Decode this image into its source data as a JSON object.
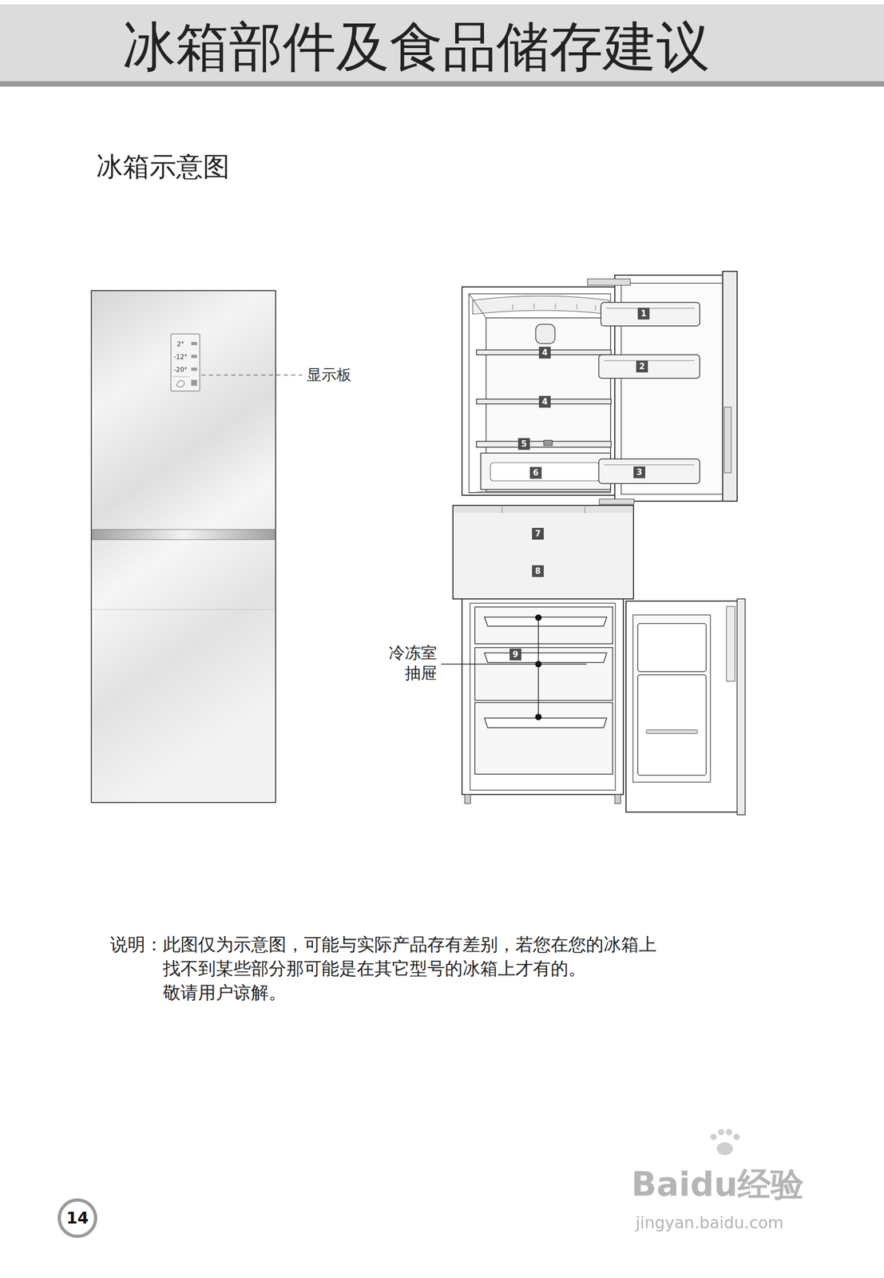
{
  "diagram": {
    "title": "冰箱部件及食品储存建议",
    "caption": "说明：此图仅为示意图，可能与实际产品存有差别，若您在您的冰箱上 找不到某些部分那可能是在其它型号的冰箱上才有的。 敬请用户谅解。",
    "nodes": [
      {
        "text": [
          "1"
        ]
      },
      {
        "text": [
          "2"
        ]
      },
      {
        "text": [
          "3"
        ]
      },
      {
        "text": [
          "4"
        ]
      },
      {
        "text": [
          "4"
        ]
      },
      {
        "text": [
          "5"
        ]
      },
      {
        "text": [
          "6"
        ]
      },
      {
        "text": [
          "7"
        ]
      },
      {
        "text": [
          "8"
        ]
      },
      {
        "text": [
          "9"
        ]
      },
      {
        "text": [
          "14"
        ]
      }
    ],
    "labels": [
      "冰箱示意图",
      "2°",
      "-12°",
      "-20°",
      "显示板",
      "冷冻室 抽屉",
      "Baidu经验",
      "jingyan.baidu.com"
    ]
  }
}
